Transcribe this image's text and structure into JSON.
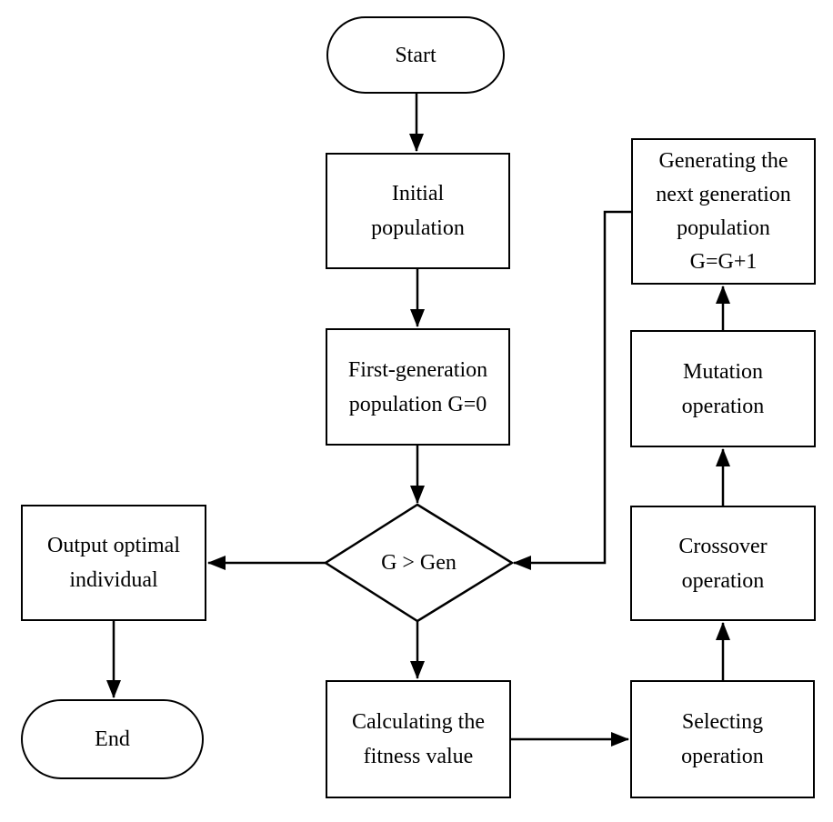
{
  "diagram": {
    "type": "flowchart",
    "colors": {
      "stroke": "#000000",
      "fill": "#ffffff",
      "text": "#000000"
    },
    "nodes": {
      "start": {
        "shape": "terminator",
        "lines": [
          "Start"
        ]
      },
      "initial_population": {
        "shape": "process",
        "lines": [
          "Initial",
          "population"
        ]
      },
      "first_generation": {
        "shape": "process",
        "lines": [
          "First-generation",
          "population G=0"
        ]
      },
      "decision": {
        "shape": "decision",
        "lines": [
          "G > Gen"
        ]
      },
      "output_optimal": {
        "shape": "process",
        "lines": [
          "Output optimal",
          "individual"
        ]
      },
      "end": {
        "shape": "terminator",
        "lines": [
          "End"
        ]
      },
      "calculating": {
        "shape": "process",
        "lines": [
          "Calculating the",
          "fitness value"
        ]
      },
      "selecting": {
        "shape": "process",
        "lines": [
          "Selecting",
          "operation"
        ]
      },
      "crossover": {
        "shape": "process",
        "lines": [
          "Crossover",
          "operation"
        ]
      },
      "mutation": {
        "shape": "process",
        "lines": [
          "Mutation",
          "operation"
        ]
      },
      "generating": {
        "shape": "process",
        "lines": [
          "Generating the",
          "next generation",
          "population",
          "G=G+1"
        ]
      }
    },
    "edges": [
      {
        "from": "start",
        "to": "initial_population"
      },
      {
        "from": "initial_population",
        "to": "first_generation"
      },
      {
        "from": "first_generation",
        "to": "decision"
      },
      {
        "from": "decision",
        "to": "output_optimal"
      },
      {
        "from": "decision",
        "to": "calculating"
      },
      {
        "from": "output_optimal",
        "to": "end"
      },
      {
        "from": "calculating",
        "to": "selecting"
      },
      {
        "from": "selecting",
        "to": "crossover"
      },
      {
        "from": "crossover",
        "to": "mutation"
      },
      {
        "from": "mutation",
        "to": "generating"
      },
      {
        "from": "generating",
        "to": "decision"
      }
    ]
  }
}
